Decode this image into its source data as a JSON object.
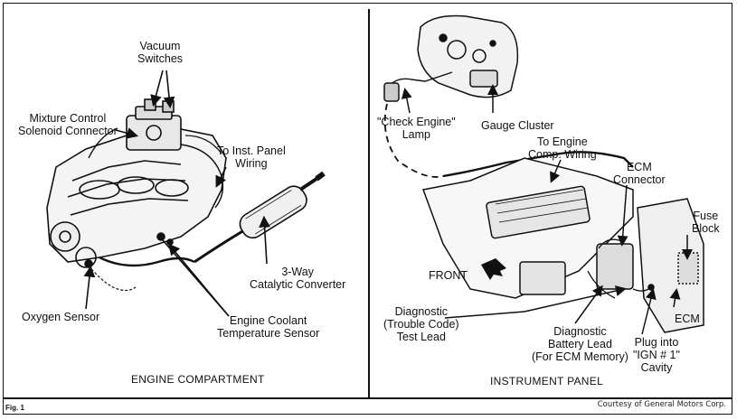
{
  "left_panel": {
    "caption": "ENGINE COMPARTMENT",
    "labels": {
      "vacuum_switches_1": "Vacuum",
      "vacuum_switches_2": "Switches",
      "mixture_1": "Mixture Control",
      "mixture_2": "Solenoid Connector",
      "to_inst_1": "To Inst. Panel",
      "to_inst_2": "Wiring",
      "cat_1": "3-Way",
      "cat_2": "Catalytic Converter",
      "oxygen": "Oxygen Sensor",
      "coolant_1": "Engine Coolant",
      "coolant_2": "Temperature Sensor"
    }
  },
  "right_panel": {
    "caption": "INSTRUMENT PANEL",
    "labels": {
      "check_1": "\"Check Engine\"",
      "check_2": "Lamp",
      "gauge": "Gauge Cluster",
      "to_engine_1": "To Engine",
      "to_engine_2": "Comp. Wiring",
      "ecm_conn_1": "ECM",
      "ecm_conn_2": "Connector",
      "fuse_1": "Fuse",
      "fuse_2": "Block",
      "front": "FRONT",
      "diag_test_1": "Diagnostic",
      "diag_test_2": "(Trouble Code)",
      "diag_test_3": "Test Lead",
      "diag_batt_1": "Diagnostic",
      "diag_batt_2": "Battery Lead",
      "diag_batt_3": "(For ECM Memory)",
      "ecm": "ECM",
      "plug_1": "Plug into",
      "plug_2": "\"IGN # 1\"",
      "plug_3": "Cavity"
    }
  },
  "footer": {
    "credit": "Courtesy of General Motors Corp.",
    "fig": "Fig. 1"
  }
}
